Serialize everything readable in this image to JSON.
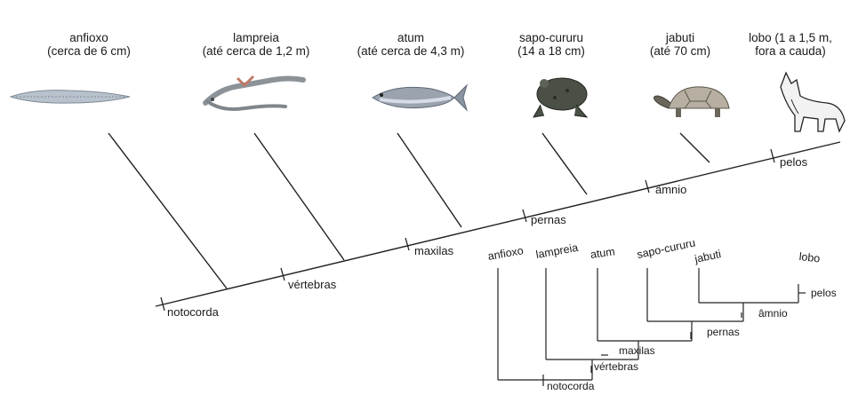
{
  "animals": [
    {
      "name": "anfioxo",
      "size": "(cerca de 6 cm)"
    },
    {
      "name": "lampreia",
      "size": "(até cerca de 1,2 m)"
    },
    {
      "name": "atum",
      "size": "(até cerca de 4,3 m)"
    },
    {
      "name": "sapo-cururu",
      "size": "(14 a 18 cm)"
    },
    {
      "name": "jabuti",
      "size": "(até 70 cm)"
    },
    {
      "name": "lobo (1 a 1,5 m,",
      "size": "fora a cauda)"
    }
  ],
  "traits": [
    "notocorda",
    "vértebras",
    "maxilas",
    "pernas",
    "âmnio",
    "pelos"
  ],
  "cladogram": {
    "taxa": [
      "anfioxo",
      "lampreia",
      "atum",
      "sapo-cururu",
      "jabuti",
      "lobo"
    ],
    "traits": [
      "notocorda",
      "vértebras",
      "maxilas",
      "pernas",
      "âmnio",
      "pelos"
    ]
  },
  "icons": [
    "lancelet-icon",
    "lamprey-icon",
    "tuna-icon",
    "toad-icon",
    "tortoise-icon",
    "wolf-icon"
  ]
}
